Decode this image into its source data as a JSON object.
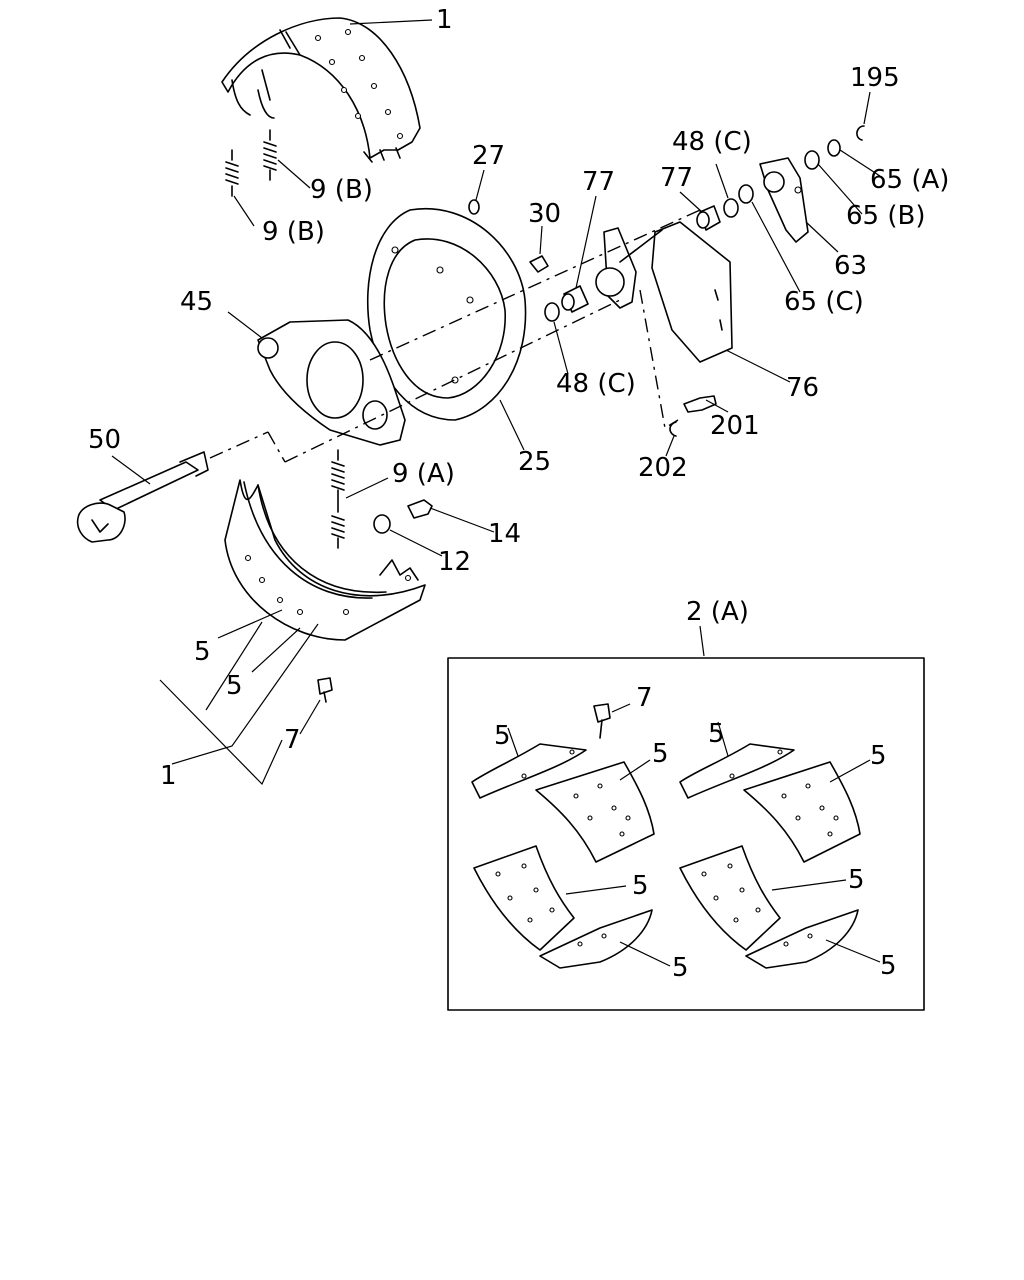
{
  "diagram": {
    "kit_label": "2 (A)",
    "labels": {
      "p1_top": "1",
      "p9b_right": "9 (B)",
      "p9b_left": "9 (B)",
      "p27": "27",
      "p30": "30",
      "p77_left": "77",
      "p77_right": "77",
      "p48c_top": "48 (C)",
      "p195": "195",
      "p65a": "65 (A)",
      "p65b": "65 (B)",
      "p63": "63",
      "p65c": "65 (C)",
      "p45": "45",
      "p48c_mid": "48 (C)",
      "p76": "76",
      "p201": "201",
      "p50": "50",
      "p25": "25",
      "p202": "202",
      "p9a": "9 (A)",
      "p14": "14",
      "p12": "12",
      "p5_a": "5",
      "p5_b": "5",
      "p7_lower": "7",
      "p1_lower": "1",
      "kit_p5_1": "5",
      "kit_p7": "7",
      "kit_p5_2": "5",
      "kit_p5_3": "5",
      "kit_p5_4": "5",
      "kit_p5_5": "5",
      "kit_p5_6": "5",
      "kit_p5_7": "5",
      "kit_p5_8": "5"
    }
  }
}
